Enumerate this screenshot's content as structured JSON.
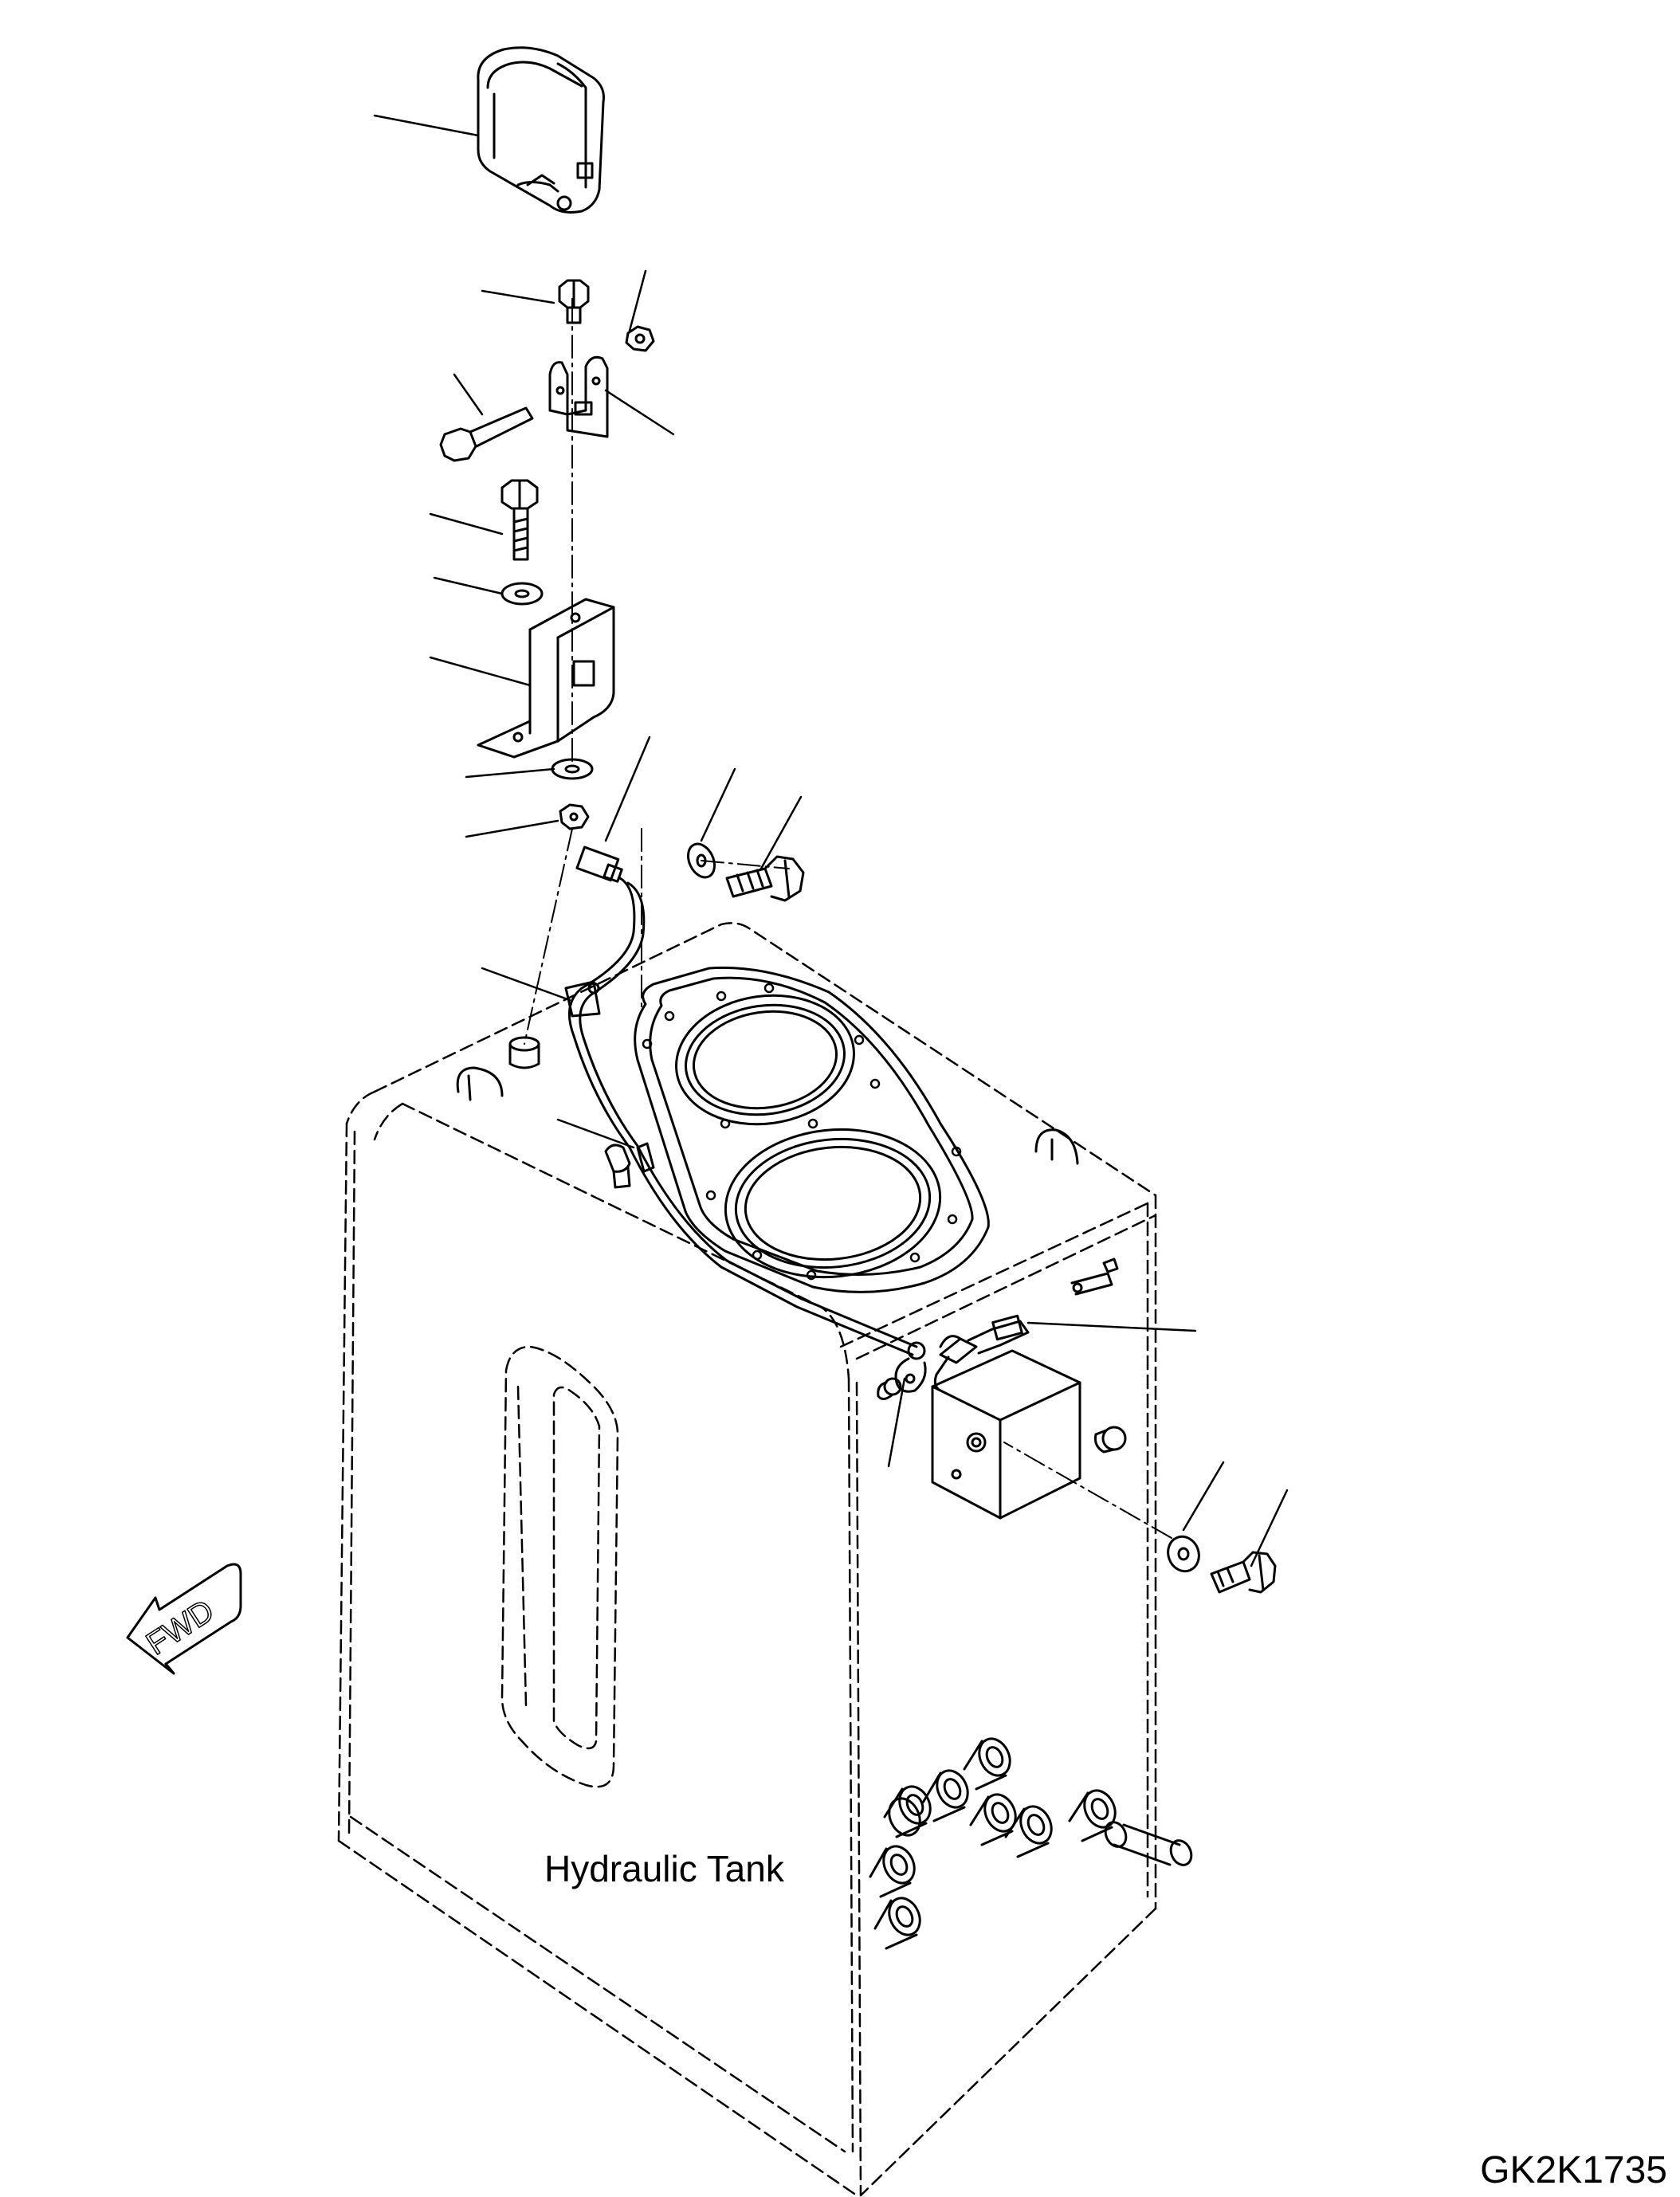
{
  "diagram": {
    "tank_label": "Hydraulic Tank",
    "figure_code": "GK2K1735",
    "direction_label": "FWD",
    "line_color": "#000000",
    "background": "#ffffff"
  }
}
